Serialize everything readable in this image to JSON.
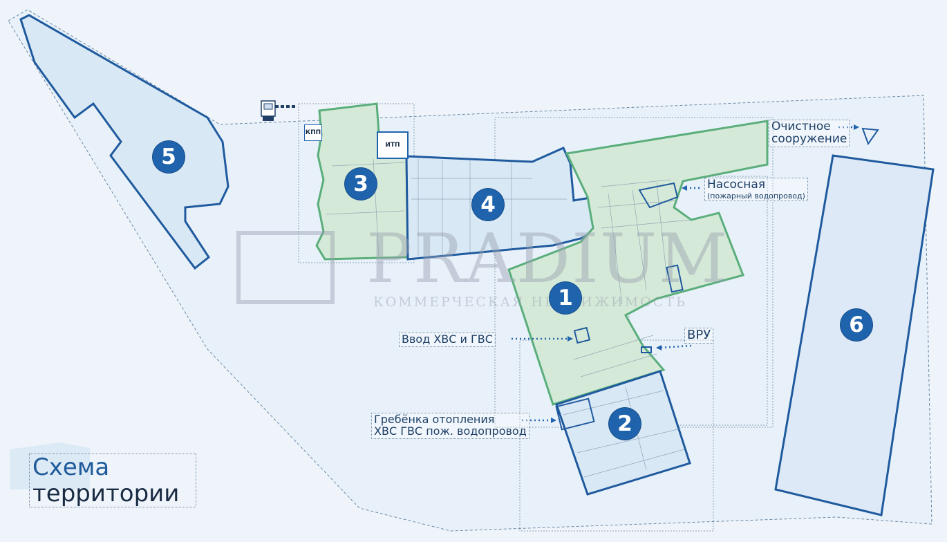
{
  "title": {
    "line1": "Схема",
    "line2": "территории"
  },
  "watermark": {
    "brand": "PRADIUM",
    "tagline": "КОММЕРЧЕСКАЯ НЕДВИЖИМОСТЬ"
  },
  "buildings": [
    {
      "number": "1",
      "fill": "green"
    },
    {
      "number": "2",
      "fill": "blue"
    },
    {
      "number": "3",
      "fill": "green"
    },
    {
      "number": "4",
      "fill": "blue"
    },
    {
      "number": "5",
      "fill": "blue"
    },
    {
      "number": "6",
      "fill": "blue"
    }
  ],
  "tags": {
    "kpp": "КПП",
    "itp": "ИТП"
  },
  "labels": {
    "treatment_line1": "Очистное",
    "treatment_line2": "сооружение",
    "pump_title": "Насосная",
    "pump_sub": "(пожарный водопровод)",
    "water_input": "Ввод ХВС и ГВС",
    "vru": "ВРУ",
    "heating_line1": "Гребёнка отопления",
    "heating_line2": "ХВС ГВС пож. водопровод"
  },
  "colors": {
    "background": "#eef4fa",
    "blue_fill": "#dbe9f5",
    "blue_stroke": "#1f63ad",
    "green_fill": "#d7eadb",
    "green_stroke": "#4fa874",
    "badge": "#1f63ad"
  }
}
